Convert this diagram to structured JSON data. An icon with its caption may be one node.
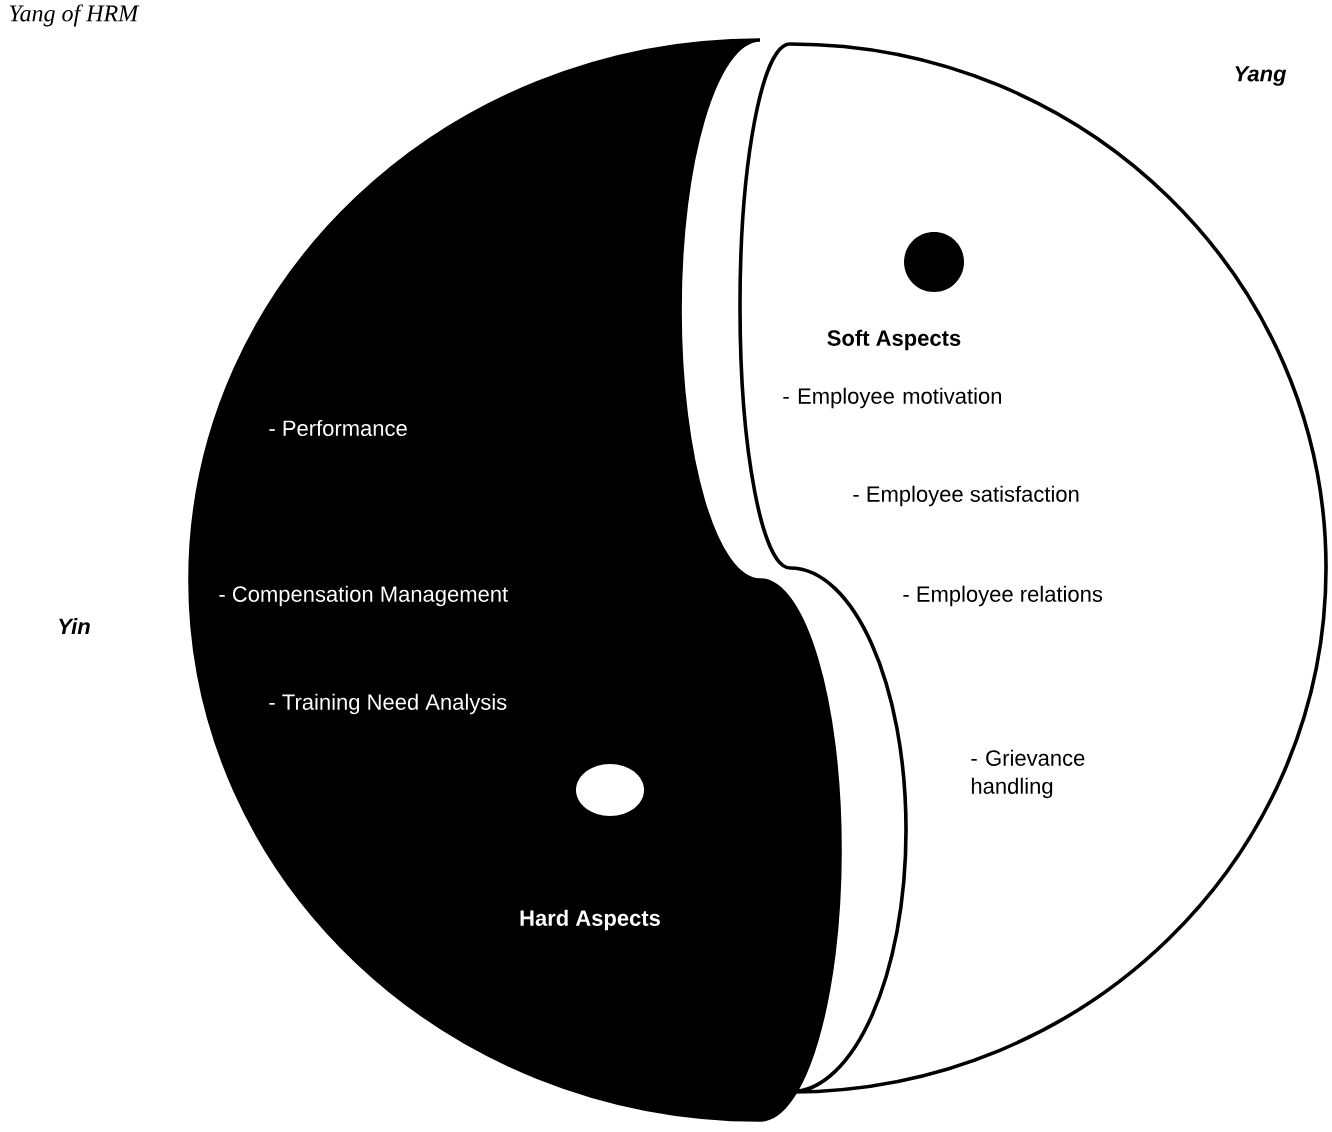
{
  "diagram": {
    "title": "Yang of HRM",
    "nodes": [
      {
        "text": [
          "- Performance",
          "- Compensation  Management",
          "- Training Need Analysis",
          "Hard Aspects"
        ]
      },
      {
        "text": [
          "Soft Aspects",
          "- Employee motivation",
          "- Employee satisfaction",
          "- Employee relations",
          "- Grievance handling"
        ]
      }
    ],
    "labels": [
      "Yin",
      "Yang"
    ]
  }
}
